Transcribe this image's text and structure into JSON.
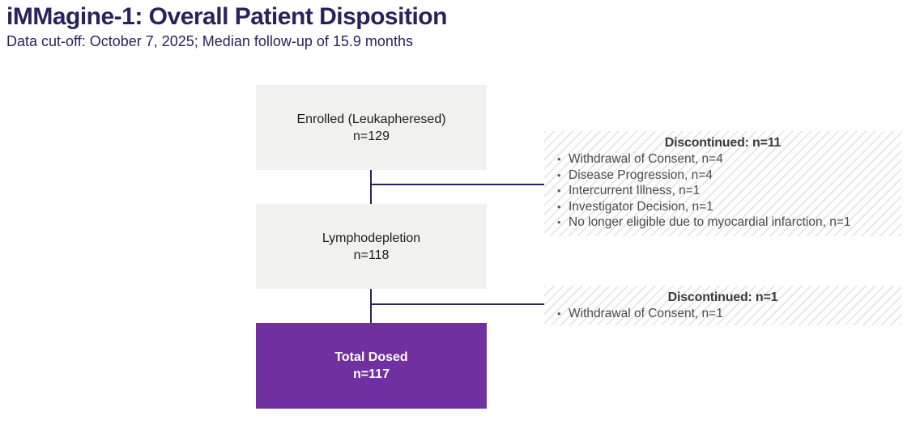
{
  "header": {
    "title": "iMMagine-1: Overall Patient Disposition",
    "subtitle": "Data cut-off: October 7, 2025; Median follow-up of 15.9 months"
  },
  "flow": {
    "nodes": [
      {
        "label": "Enrolled (Leukapheresed)",
        "count": "n=129",
        "style": "gray"
      },
      {
        "label": "Lymphodepletion",
        "count": "n=118",
        "style": "gray"
      },
      {
        "label": "Total Dosed",
        "count": "n=117",
        "style": "purple"
      }
    ],
    "branches": [
      {
        "title": "Discontinued: n=11",
        "items": [
          "Withdrawal of Consent, n=4",
          "Disease Progression, n=4",
          "Intercurrent Illness, n=1",
          "Investigator Decision, n=1",
          "No longer eligible due to myocardial infarction, n=1"
        ]
      },
      {
        "title": "Discontinued: n=1",
        "items": [
          "Withdrawal of Consent, n=1"
        ]
      }
    ]
  },
  "colors": {
    "heading": "#29235c",
    "node_gray": "#f1f1f0",
    "node_purple": "#7030a0",
    "connector": "#29235c",
    "branch_text": "#4b4b4b"
  }
}
